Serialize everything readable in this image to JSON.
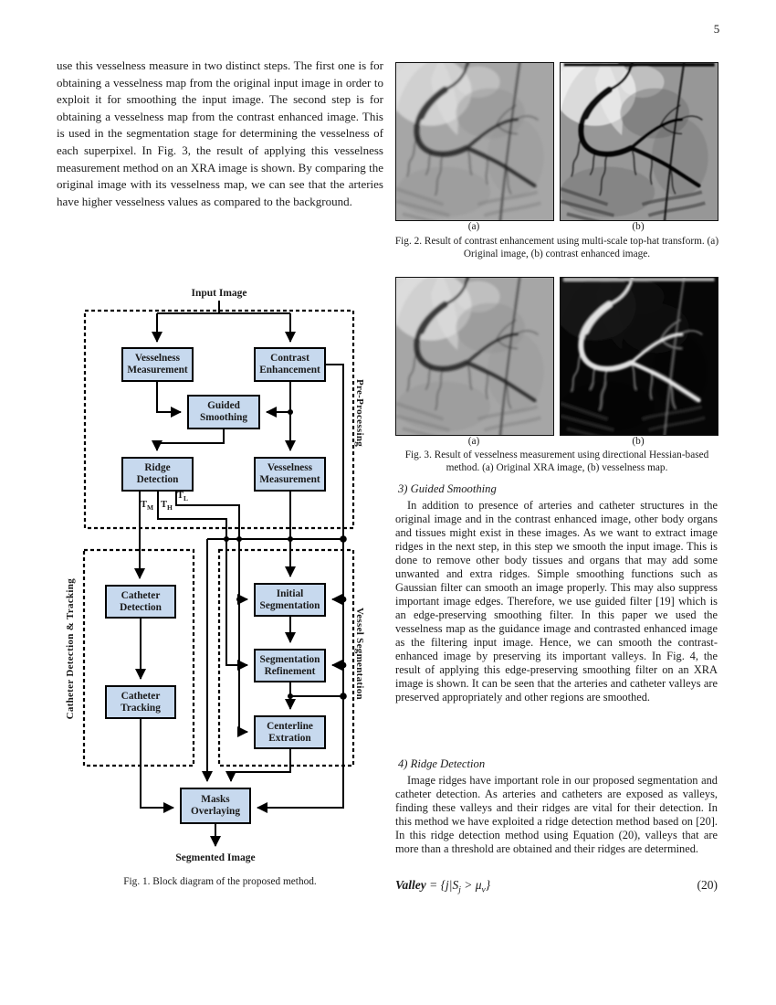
{
  "page": {
    "number": "5"
  },
  "left_column": {
    "paragraph": "use this vesselness measure in two distinct steps. The first one is for obtaining a vesselness map from the original input image in order to exploit it for smoothing the input image. The second step is for obtaining a vesselness map from the contrast enhanced image. This is used in the segmentation stage for determining the vesselness of each superpixel. In Fig. 3, the result of applying this vesselness measurement method on an XRA image is shown. By comparing the original image with its vesselness map, we can see that the arteries have higher vesselness values as compared to the background."
  },
  "figure1": {
    "caption": "Fig. 1. Block diagram of the proposed method.",
    "input_label": "Input Image",
    "output_label": "Segmented Image",
    "colors": {
      "box_fill": "#c7d9ee",
      "box_border": "#000000"
    },
    "boxes": {
      "vesselness1": {
        "l1": "Vesselness",
        "l2": "Measurement"
      },
      "contrast": {
        "l1": "Contrast",
        "l2": "Enhancement"
      },
      "guided": {
        "l1": "Guided",
        "l2": "Smoothing"
      },
      "ridge": {
        "l1": "Ridge",
        "l2": "Detection"
      },
      "vesselness2": {
        "l1": "Vesselness",
        "l2": "Measurement"
      },
      "catheter_detection": {
        "l1": "Catheter",
        "l2": "Detection"
      },
      "catheter_tracking": {
        "l1": "Catheter",
        "l2": "Tracking"
      },
      "initial_seg": {
        "l1": "Initial",
        "l2": "Segmentation"
      },
      "seg_refine": {
        "l1": "Segmentation",
        "l2": "Refinement"
      },
      "centerline": {
        "l1": "Centerline",
        "l2": "Extration"
      },
      "masks": {
        "l1": "Masks",
        "l2": "Overlaying"
      }
    },
    "thresholds": {
      "tm": {
        "base": "T",
        "sub": "M"
      },
      "th": {
        "base": "T",
        "sub": "H"
      },
      "tl": {
        "base": "T",
        "sub": "L"
      }
    },
    "regions": {
      "pre": "Pre-Processing",
      "catheter": "Catheter Detection & Tracking",
      "vessel": "Vessel Segmentation"
    }
  },
  "figure2": {
    "panels": [
      {
        "label": "(a)",
        "mode": "xray-original"
      },
      {
        "label": "(b)",
        "mode": "xray-enhanced"
      }
    ],
    "caption": "Fig. 2. Result of contrast enhancement using multi-scale top-hat transform. (a) Original image, (b) contrast enhanced image."
  },
  "figure3": {
    "panels": [
      {
        "label": "(a)",
        "mode": "xray-original"
      },
      {
        "label": "(b)",
        "mode": "vesselness-map"
      }
    ],
    "caption": "Fig. 3. Result of vesselness measurement using directional Hessian-based method. (a) Original XRA image, (b) vesselness map."
  },
  "section3": {
    "heading": "3) Guided Smoothing",
    "paragraph": "In addition to presence of arteries and catheter structures in the original image and in the contrast enhanced image, other body organs and tissues might exist in these images. As we want to extract image ridges in the next step, in this step we smooth the input image. This is done to remove other body tissues and organs that may add some unwanted and extra ridges. Simple smoothing functions such as Gaussian filter can smooth an image properly. This may also suppress important image edges. Therefore, we use guided filter [19] which is an edge-preserving smoothing filter. In this paper we used the vesselness map as the guidance image and contrasted enhanced image as the filtering input image. Hence, we can smooth the contrast-enhanced image by preserving its important valleys. In Fig. 4, the result of applying this edge-preserving smoothing filter on an XRA image is shown. It can be seen that the arteries and catheter valleys are preserved appropriately and other regions are smoothed."
  },
  "section4": {
    "heading": "4) Ridge Detection",
    "paragraph": "Image ridges have important role in our proposed segmentation and catheter detection. As arteries and catheters are exposed as valleys, finding these valleys and their ridges are vital for their detection. In this method we have exploited a ridge detection method based on [20]. In this ridge detection method using Equation (20), valleys that are more than a threshold are obtained and their ridges are determined."
  },
  "equation": {
    "p0": "Valley",
    "p1": " = {j|S",
    "sub1": "j",
    "p2": " > μ",
    "sub2": "v",
    "p3": "}",
    "number": "(20)"
  }
}
